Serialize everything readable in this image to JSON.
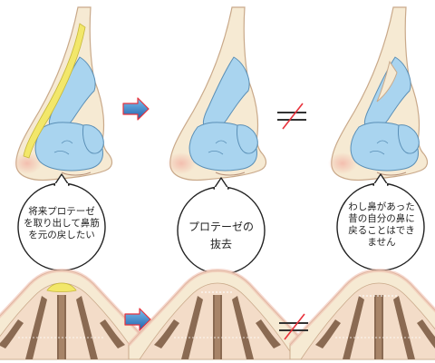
{
  "colors": {
    "skin": "#f6ead3",
    "skin_outline": "#c9a98a",
    "cartilage": "#a9d4ef",
    "cartilage_outline": "#5a8fb6",
    "prosthesis": "#f2e76a",
    "bone": "#8a6a52",
    "arrow_fill": "#2a6fb3",
    "not_equal_slash": "#e8323c"
  },
  "icons": {
    "step_arrow": "right-arrow-icon",
    "not_equal": "not-equal-icon"
  },
  "bubbles": {
    "before": {
      "text": "将来プロテーゼ\nを取り出して鼻筋\nを元の戻したい"
    },
    "removal": {
      "text": "プロテーゼの\n抜去"
    },
    "result": {
      "text": "わし鼻があった\n昔の自分の鼻に\n戻ることはでき\nません"
    }
  }
}
